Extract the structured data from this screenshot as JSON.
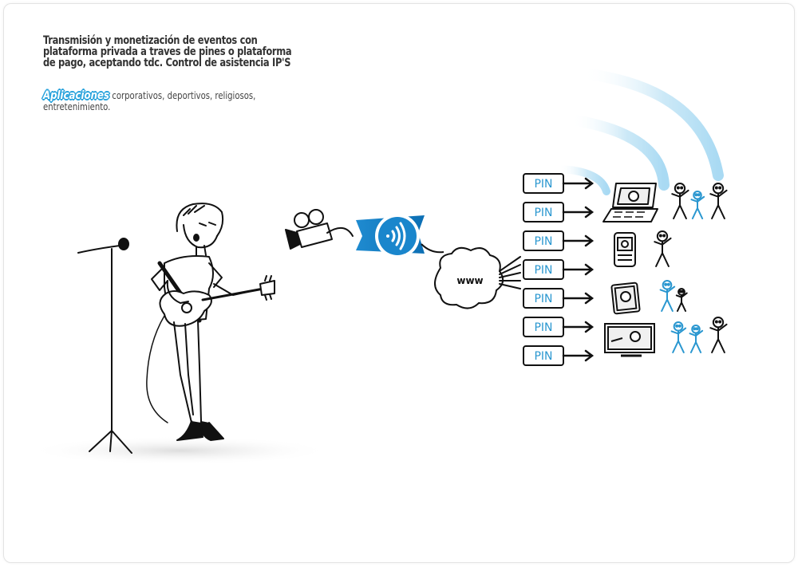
{
  "title": "Transmisión y monetización de eventos con plataforma privada a traves de pines o plataforma de pago, aceptando tdc. Control de asistencia IP'S",
  "subtitle": {
    "highlight": "Aplicaciones",
    "text": "corporativos, deportivos, religiosos, entretenimiento."
  },
  "cloud_label": "www",
  "pins": [
    "PIN",
    "PIN",
    "PIN",
    "PIN",
    "PIN",
    "PIN",
    "PIN"
  ],
  "colors": {
    "accent": "#2a97d0",
    "signal": "#cfe9f7",
    "ink": "#111111"
  },
  "icons": [
    "microphone-stand-icon",
    "singer-guitarist-icon",
    "video-camera-icon",
    "streaming-server-icon",
    "internet-cloud-icon",
    "laptop-icon",
    "smartphone-icon",
    "tablet-icon",
    "tv-icon",
    "stick-figure-icon",
    "wifi-signal-arc-icon"
  ]
}
